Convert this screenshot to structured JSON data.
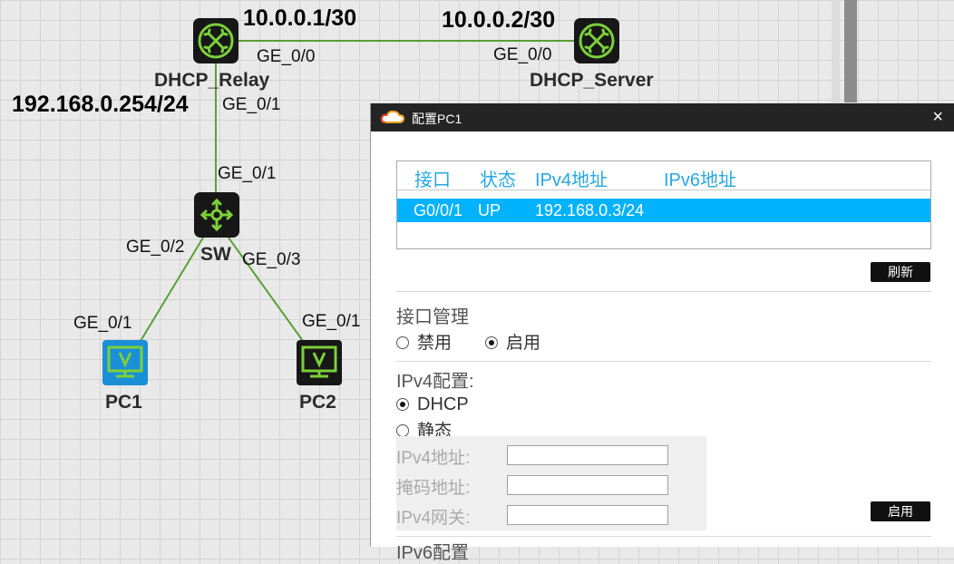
{
  "topology": {
    "devices": {
      "relay": {
        "name": "DHCP_Relay",
        "icon": "router-icon"
      },
      "server": {
        "name": "DHCP_Server",
        "icon": "router-icon"
      },
      "sw": {
        "name": "SW",
        "icon": "switch-icon"
      },
      "pc1": {
        "name": "PC1",
        "icon": "pc-icon"
      },
      "pc2": {
        "name": "PC2",
        "icon": "pc-icon"
      }
    },
    "ports": {
      "relay_ge00": "GE_0/0",
      "server_ge00": "GE_0/0",
      "relay_ge01": "GE_0/1",
      "sw_ge01": "GE_0/1",
      "sw_ge02": "GE_0/2",
      "sw_ge03": "GE_0/3",
      "pc1_ge01": "GE_0/1",
      "pc2_ge01": "GE_0/1"
    },
    "addresses": {
      "relay_wan": "10.0.0.1/30",
      "server_wan": "10.0.0.2/30",
      "relay_lan": "192.168.0.254/24"
    },
    "colors": {
      "link": "#5a9e3a",
      "device_bg": "#171717",
      "icon_green": "#7ccf3a",
      "selected": "#1a8fd8"
    }
  },
  "dialog": {
    "title": "配置PC1",
    "close_symbol": "×",
    "interface_table": {
      "columns": [
        "接口",
        "状态",
        "IPv4地址",
        "IPv6地址"
      ],
      "rows": [
        {
          "interface": "G0/0/1",
          "status": "UP",
          "ipv4": "192.168.0.3/24",
          "ipv6": ""
        }
      ]
    },
    "refresh_button": "刷新",
    "interface_mgmt": {
      "title": "接口管理",
      "options": [
        "禁用",
        "启用"
      ],
      "selected": "启用"
    },
    "ipv4_config": {
      "title": "IPv4配置:",
      "options": [
        "DHCP",
        "静态"
      ],
      "selected": "DHCP",
      "fields": {
        "ipv4_label": "IPv4地址:",
        "mask_label": "掩码地址:",
        "gateway_label": "IPv4网关:",
        "ipv4_value": "",
        "mask_value": "",
        "gateway_value": ""
      },
      "apply_button": "启用"
    },
    "ipv6_config_title": "IPv6配置"
  }
}
